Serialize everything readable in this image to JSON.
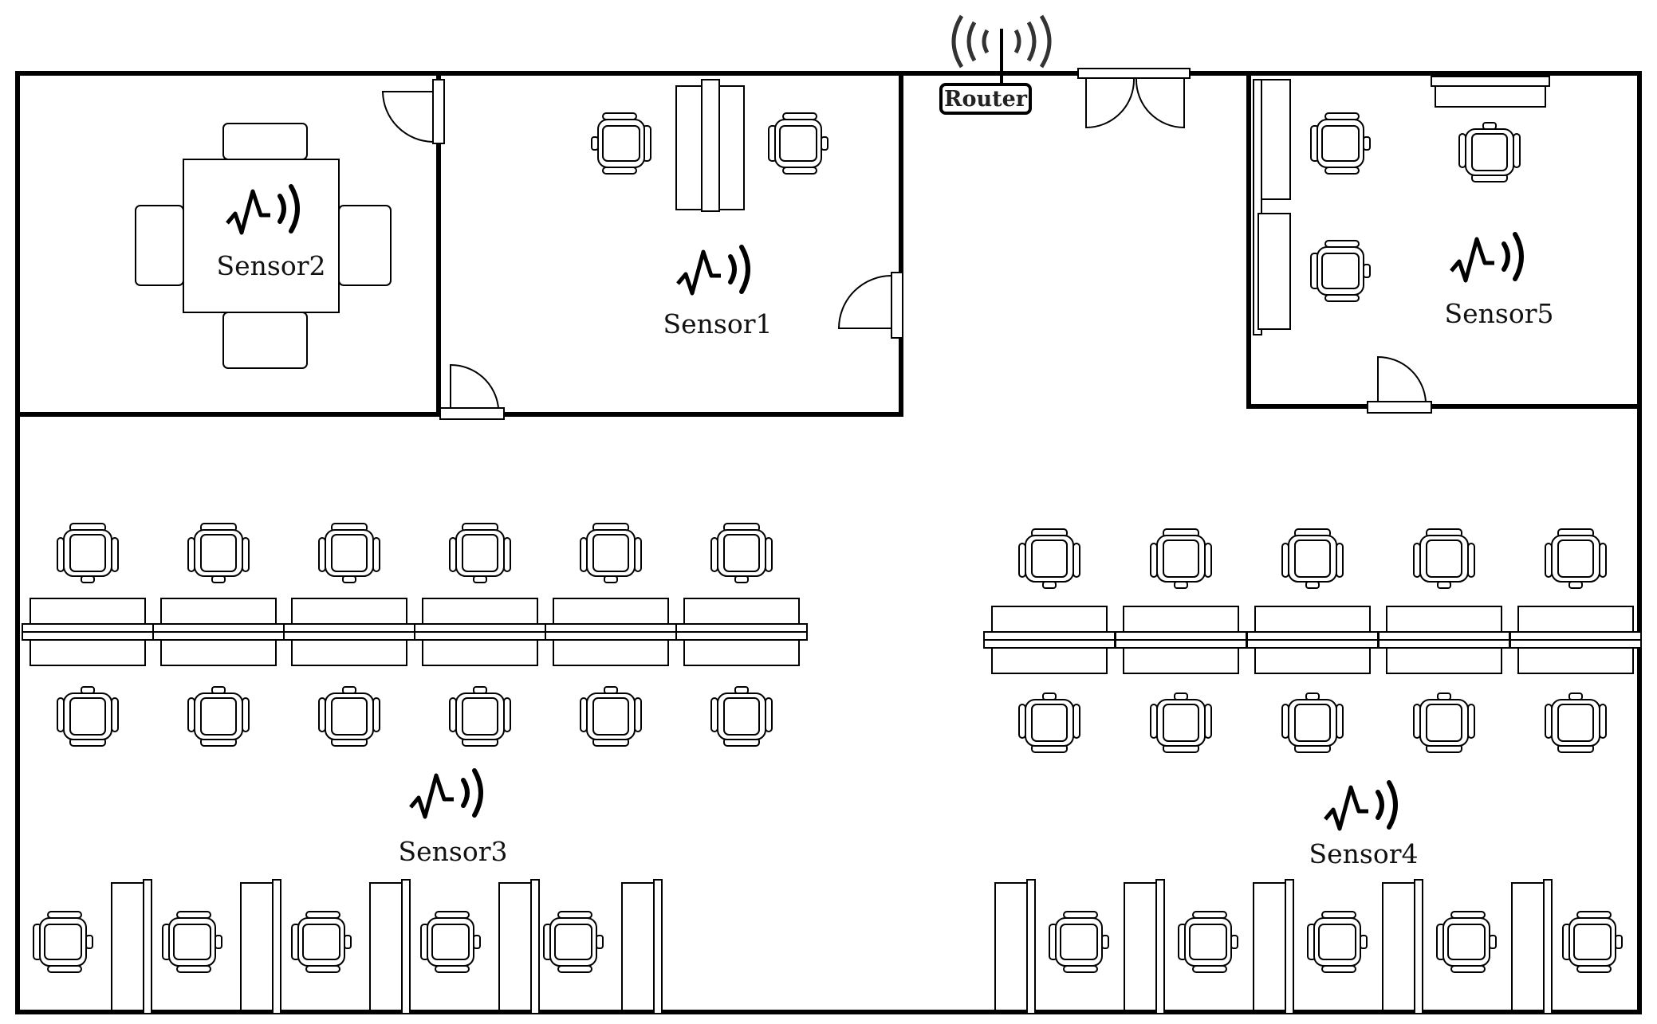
{
  "router": {
    "label": "Router"
  },
  "sensors": [
    {
      "id": "sensor1",
      "label": "Sensor1"
    },
    {
      "id": "sensor2",
      "label": "Sensor2"
    },
    {
      "id": "sensor3",
      "label": "Sensor3"
    },
    {
      "id": "sensor4",
      "label": "Sensor4"
    },
    {
      "id": "sensor5",
      "label": "Sensor5"
    }
  ],
  "icons": {
    "sensor": "sensor-wave-icon",
    "router": "router-antenna-icon",
    "chair": "chair-icon",
    "door": "door-swing-icon"
  }
}
